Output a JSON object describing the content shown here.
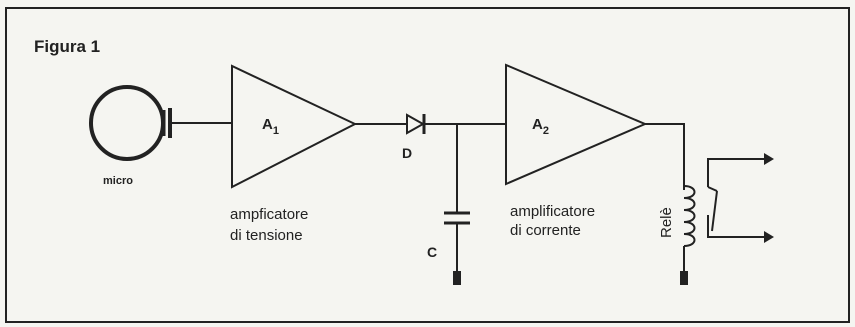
{
  "figure": {
    "title": "Figura 1",
    "colors": {
      "ink": "#222222",
      "paper": "#f5f5f1"
    }
  },
  "labels": {
    "microphone": "micro",
    "amp1_symbol": "A",
    "amp1_subscript": "1",
    "amp1_caption_line1": "ampficatore",
    "amp1_caption_line2": "di tensione",
    "diode": "D",
    "capacitor": "C",
    "amp2_symbol": "A",
    "amp2_subscript": "2",
    "amp2_caption_line1": "amplificatore",
    "amp2_caption_line2": "di corrente",
    "relay": "Relè"
  },
  "icons": {
    "microphone": "microphone-icon",
    "amplifier": "triangle-amplifier-icon",
    "diode": "diode-icon",
    "capacitor": "capacitor-icon",
    "ground": "ground-icon",
    "relay_coil": "inductor-coil-icon",
    "contact_arrow": "arrow-right-icon"
  }
}
